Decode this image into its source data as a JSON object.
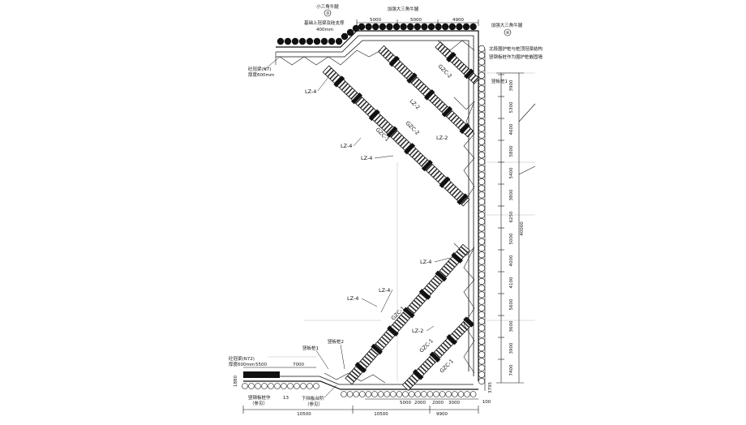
{
  "labels": {
    "top_small_triangle": "小三角牛腿",
    "top_circle_3": "③",
    "top_strengthen_triangle": "加强大三角牛腿",
    "top_strengthen_triangle_right": "加强大三角牛腿",
    "top_circle_4": "④",
    "concrete_width": "基础上冠梁及硅支撑",
    "concrete_width_mm": "400mm",
    "steel_plate_wall": "砼冠梁(N7)",
    "thickness": "厚度600mm",
    "right_note_1": "北段围护桩与桩顶冠梁结构",
    "right_note_2": "竖钢板桩作为围护桩嵌固墙",
    "bottom_steel_wall": "砼冠梁(N72)",
    "bottom_thickness": "厚度600mm",
    "bottom_note_1": "竖钢板桩作",
    "bottom_note_2": "（参见）",
    "bottom_note_3": "下挡板台阶",
    "bottom_note_4": "（参见）",
    "bottom_left_num": "13",
    "mid_anchor_1": "竖板桩1",
    "mid_anchor_2": "竖板桩2",
    "top_anchor": "竖板桩1",
    "lz4_a": "LZ-4",
    "lz4_b": "LZ-4",
    "lz4_c": "LZ-4",
    "lz4_d": "LZ-4",
    "lz4_e": "LZ-4",
    "lz4_f": "LZ-4",
    "lz2_a": "LZ-2",
    "lz2_b": "LZ-2",
    "lz2_c": "LZ-2",
    "gzc1_a": "GZC-1",
    "gzc1_b": "GZC-1",
    "gzc1_c": "GZC-1",
    "gzc1_d": "GZC-1",
    "gzc2": "GZC-2",
    "gzc_top": "GZC-2"
  },
  "dims_top": [
    "5000",
    "5000",
    "4900"
  ],
  "dims_right": [
    "3900",
    "5300",
    "4600",
    "5800",
    "5400",
    "3800",
    "6250",
    "5000",
    "4000",
    "4100",
    "5600",
    "3600",
    "3900",
    "7400"
  ],
  "dims_right_total": "40000",
  "dims_bottom_top": [
    "5500",
    "7000"
  ],
  "dims_bottom": [
    "10500",
    "10500",
    "9900"
  ],
  "dims_bottom_inner": [
    "5000",
    "2000",
    "2000",
    "3000"
  ],
  "dims_bottom_right": [
    "3795",
    "100"
  ],
  "dims_bottom_left": [
    "1880"
  ],
  "colors": {
    "line": "#111111",
    "hatch": "#2b2b2b",
    "pile": "#111111",
    "grid": "#9a9a9a"
  }
}
